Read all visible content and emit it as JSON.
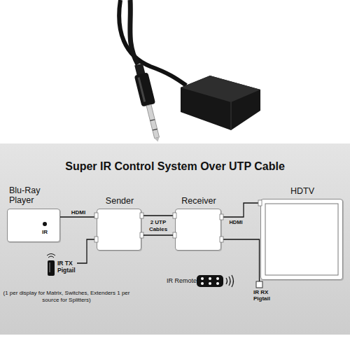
{
  "diagram": {
    "title": "Super IR Control System Over UTP Cable",
    "nodes": [
      {
        "text": [
          "Blu-Ray Player",
          "IR"
        ]
      },
      {
        "text": [
          "Sender"
        ]
      },
      {
        "text": [
          "Receiver"
        ]
      },
      {
        "text": [
          "HDTV"
        ]
      },
      {
        "text": [
          "IR TX Pigtail"
        ]
      },
      {
        "text": [
          "IR Remote"
        ]
      },
      {
        "text": [
          "IR RX Pigtail"
        ]
      }
    ],
    "edges": [
      {
        "from": 0,
        "to": 1,
        "label": "HDMI",
        "arrow": "none"
      },
      {
        "from": 1,
        "to": 2,
        "label": "2 UTP Cables",
        "arrow": "none"
      },
      {
        "from": 2,
        "to": 3,
        "label": "HDMI",
        "arrow": "none"
      },
      {
        "from": 1,
        "to": 4,
        "arrow": "none"
      },
      {
        "from": 2,
        "to": 6,
        "arrow": "none"
      }
    ],
    "labels": [
      "(1 per display for Matrix, Switches, Extenders 1 per source for Splitters)"
    ]
  }
}
